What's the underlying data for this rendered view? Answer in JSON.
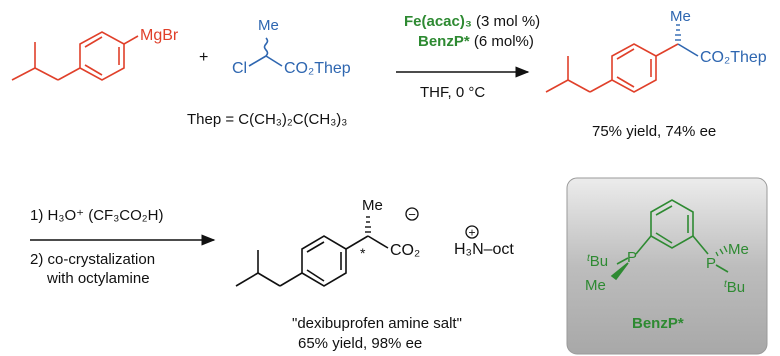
{
  "colors": {
    "grignard_red": "#e0402a",
    "chloroester_blue": "#2e66b0",
    "catalyst_green": "#2e8a32",
    "product_red": "#e0402a",
    "ligand_green": "#2e8a32",
    "box_gray": "#b8b8b8",
    "black": "#111111"
  },
  "step1": {
    "grignard": {
      "reagent": "MgBr"
    },
    "plus": "+",
    "chloroester": {
      "me": "Me",
      "cl": "Cl",
      "ester": "CO₂Thep"
    },
    "catalyst": {
      "metal": "Fe(acac)₃",
      "metal_loading": " (3 mol %)",
      "ligand": "BenzP*",
      "ligand_loading": " (6 mol%)"
    },
    "conditions": "THF, 0 °C",
    "thep_definition": "Thep = C(CH₃)₂C(CH₃)₃",
    "product": {
      "me": "Me",
      "ester": "CO₂Thep"
    },
    "yield": "75% yield, 74% ee"
  },
  "step2": {
    "line1": "1) H₃O⁺ (CF₃CO₂H)",
    "line2": "2) co-crystalization",
    "line3": "with octylamine",
    "product": {
      "me": "Me",
      "stereo": "*",
      "carboxylate": "CO₂",
      "charge_minus": "−",
      "charge_plus": "+",
      "amine": "H₃N–oct"
    },
    "name": "\"dexibuprofen amine salt\"",
    "yield": "65% yield, 98% ee"
  },
  "ligand_box": {
    "tbu_left": "tBu",
    "p_left": "P",
    "me_left": "Me",
    "p_right": "P",
    "me_right": "Me",
    "tbu_right": "tBu",
    "name": "BenzP*"
  }
}
